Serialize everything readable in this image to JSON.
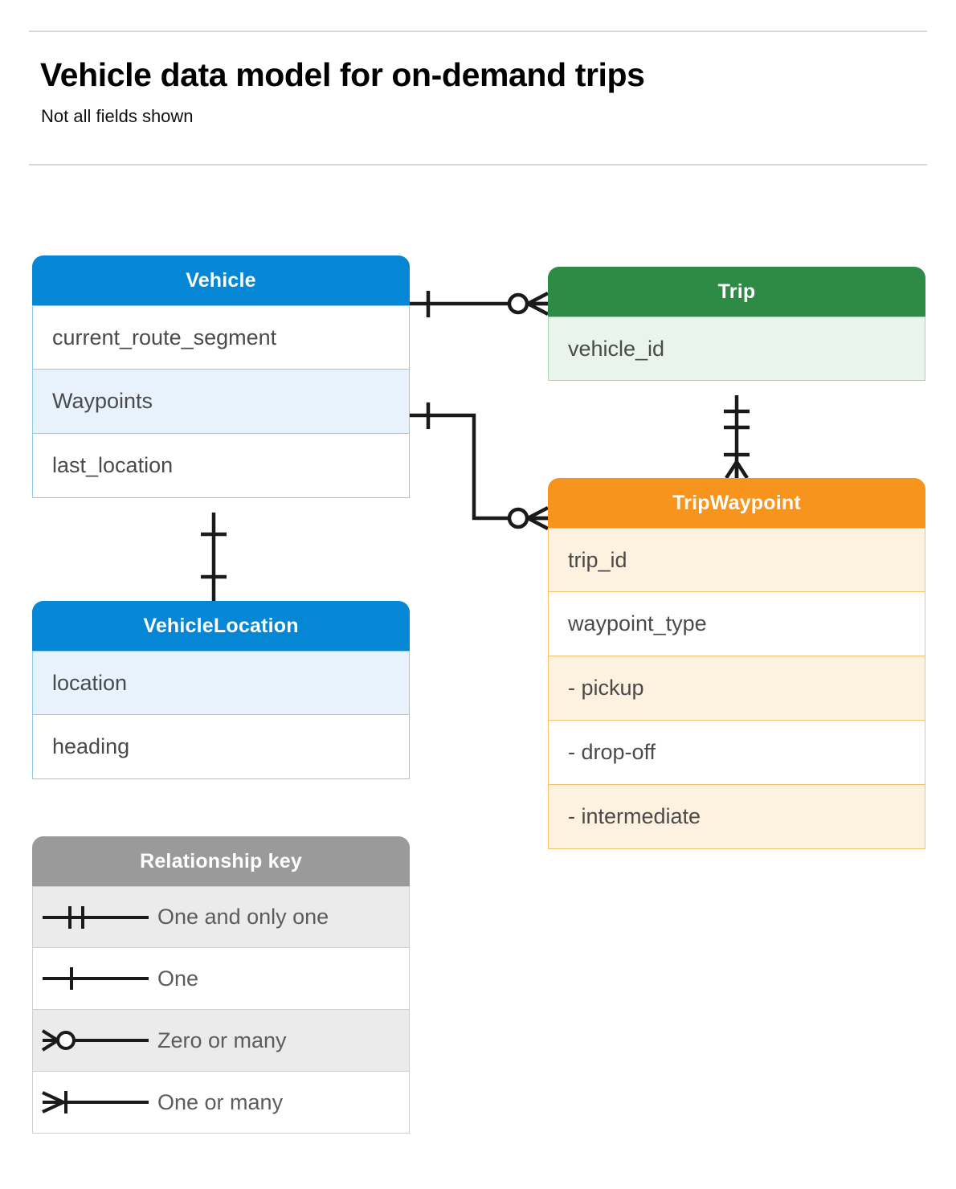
{
  "header": {
    "title": "Vehicle data model for on-demand trips",
    "subtitle": "Not all fields shown"
  },
  "colors": {
    "vehicle": "#0587d6",
    "trip": "#2e8b46",
    "tripwaypoint": "#f7941e",
    "legend": "#9a9a9a",
    "field_text": "#4a4a4a",
    "connector": "#1a1a1a",
    "divider": "#d7d7d7"
  },
  "entities": [
    {
      "id": "vehicle",
      "name": "Vehicle",
      "fields": [
        "current_route_segment",
        "Waypoints",
        "last_location"
      ]
    },
    {
      "id": "trip",
      "name": "Trip",
      "fields": [
        "vehicle_id"
      ]
    },
    {
      "id": "vehicle_location",
      "name": "VehicleLocation",
      "fields": [
        "location",
        "heading"
      ]
    },
    {
      "id": "tripwaypoint",
      "name": "TripWaypoint",
      "fields": [
        "trip_id",
        "waypoint_type",
        "-  pickup",
        "-  drop-off",
        "-  intermediate"
      ]
    }
  ],
  "legend": {
    "title": "Relationship key",
    "items": [
      {
        "symbol": "one-and-only-one",
        "label": "One and only one"
      },
      {
        "symbol": "one",
        "label": "One"
      },
      {
        "symbol": "zero-or-many",
        "label": "Zero or many"
      },
      {
        "symbol": "one-or-many",
        "label": "One or many"
      }
    ]
  },
  "relationships": [
    {
      "id": "vehicle-trip",
      "from": "Vehicle",
      "to": "Trip",
      "from_cardinality": "One",
      "to_cardinality": "Zero or many"
    },
    {
      "id": "vehicle-waypoints-tripwaypoint",
      "from": "Vehicle.Waypoints",
      "to": "TripWaypoint",
      "from_cardinality": "One",
      "to_cardinality": "Zero or many"
    },
    {
      "id": "trip-tripwaypoint",
      "from": "Trip",
      "to": "TripWaypoint",
      "from_cardinality": "One and only one",
      "to_cardinality": "One or many"
    },
    {
      "id": "vehicle-vehiclelocation",
      "from": "Vehicle",
      "to": "VehicleLocation",
      "from_cardinality": "One",
      "to_cardinality": "One"
    }
  ]
}
